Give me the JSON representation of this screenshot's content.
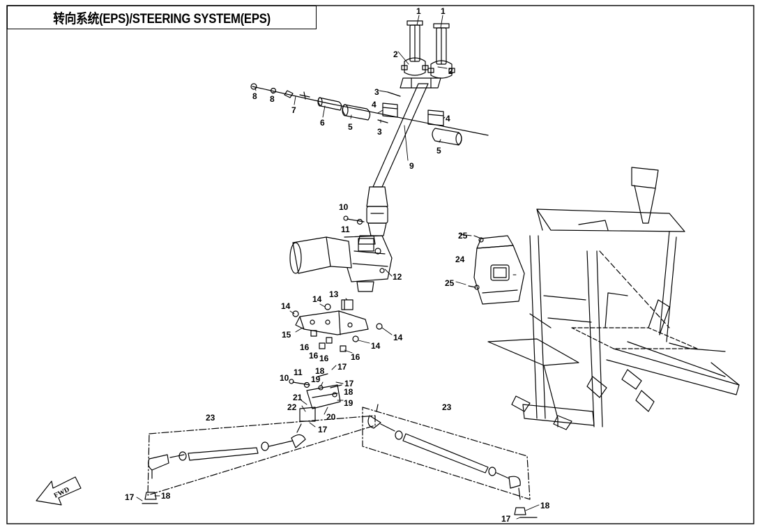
{
  "diagram": {
    "title": "转向系统(EPS)/STEERING SYSTEM(EPS)",
    "fwd_label": "FWD",
    "callouts": [
      "1",
      "2",
      "3",
      "4",
      "5",
      "6",
      "7",
      "8",
      "9",
      "10",
      "11",
      "12",
      "13",
      "14",
      "15",
      "16",
      "17",
      "18",
      "19",
      "20",
      "21",
      "22",
      "23",
      "24",
      "25"
    ]
  }
}
